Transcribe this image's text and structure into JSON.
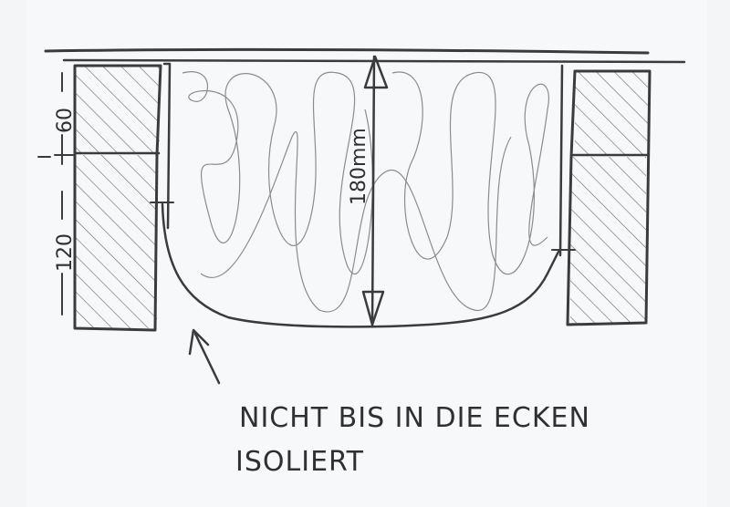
{
  "dimensions": {
    "top_member": "60",
    "bottom_member": "120",
    "insulation_depth": "180mm"
  },
  "annotation": {
    "line1": "NICHT BIS IN DIE ECKEN",
    "line2": "ISOLIERT"
  },
  "colors": {
    "ink": "#3a3b3d",
    "pencil": "#8a8c8f",
    "paper": "#f4f5f6"
  }
}
